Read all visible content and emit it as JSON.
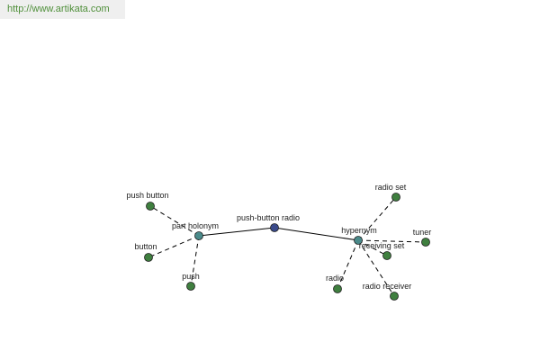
{
  "site": {
    "url": "http://www.artikata.com"
  },
  "graph": {
    "colors": {
      "background": "#ffffff",
      "leaf_node": "#3f7f3f",
      "relation_node": "#4a8a8a",
      "root_node": "#3a4a8a",
      "node_stroke": "#1e1e1e",
      "solid_edge": "#000000",
      "dashed_edge": "#000000"
    },
    "root": {
      "label": "push-button radio"
    },
    "relations": [
      {
        "id": "part-holonym",
        "label": "part holonym"
      },
      {
        "id": "hypernym",
        "label": "hypernym"
      }
    ],
    "leaves": [
      {
        "id": "push-button",
        "label": "push button",
        "relation": "part-holonym"
      },
      {
        "id": "button",
        "label": "button",
        "relation": "part-holonym"
      },
      {
        "id": "push",
        "label": "push",
        "relation": "part-holonym"
      },
      {
        "id": "radio-set",
        "label": "radio set",
        "relation": "hypernym"
      },
      {
        "id": "tuner",
        "label": "tuner",
        "relation": "hypernym"
      },
      {
        "id": "receiving-set",
        "label": "receiving set",
        "relation": "hypernym"
      },
      {
        "id": "radio",
        "label": "radio",
        "relation": "hypernym"
      },
      {
        "id": "radio-receiver",
        "label": "radio receiver",
        "relation": "hypernym"
      }
    ]
  }
}
